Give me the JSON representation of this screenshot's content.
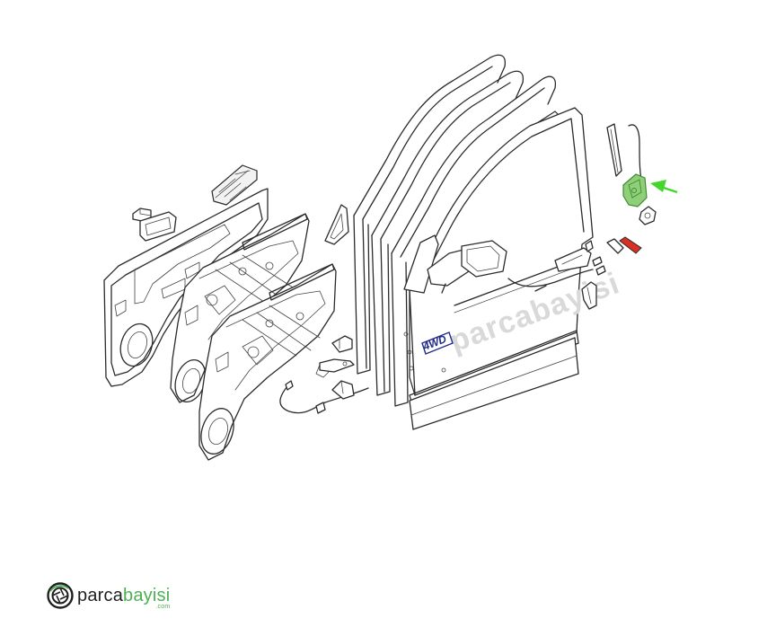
{
  "diagram": {
    "badge_text": "4WD",
    "watermark": "parcabayisi",
    "colors": {
      "highlight_green": "#8fcf7a",
      "highlight_green_stroke": "#3f8a2f",
      "highlight_red": "#d93025",
      "arrow_green": "#44d62c",
      "line": "#2b2b2b"
    }
  },
  "logo": {
    "word_part1": "parca",
    "word_part2": "bayisi",
    "domain": ".com",
    "icon": "camera-shutter-icon"
  }
}
